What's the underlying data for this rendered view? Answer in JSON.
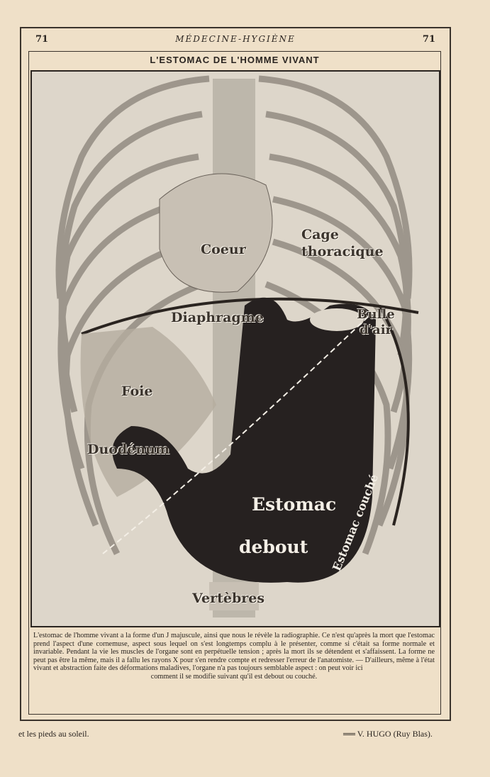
{
  "header": {
    "page_left": "71",
    "running_title": "MÉDECINE-HYGIÈNE",
    "page_right": "71"
  },
  "article": {
    "title": "L'ESTOMAC DE L'HOMME VIVANT"
  },
  "illustration": {
    "labels": {
      "coeur": "Coeur",
      "cage": "Cage thoracique",
      "diaphragme": "Diaphragme",
      "bulle": "Bulle d'air",
      "foie": "Foie",
      "duodenum": "Duodénum",
      "estomac_debout_1": "Estomac",
      "estomac_debout_2": "debout",
      "estomac_couche": "Estomac couché",
      "vertebres": "Vertèbres"
    }
  },
  "caption": {
    "text": "L'estomac de l'homme vivant a la forme d'un J majuscule, ainsi que nous le révèle la radiographie. Ce n'est qu'après la mort que l'estomac prend l'aspect d'une cornemuse, aspect sous lequel on s'est longtemps complu à le présenter, comme si c'était sa forme normale et invariable. Pendant la vie les muscles de l'organe sont en perpétuelle tension ; après la mort ils se détendent et s'affaissent. La forme ne peut pas être la même, mais il a fallu les rayons X pour s'en rendre compte et redresser l'erreur de l'anatomiste. — D'ailleurs, même à l'état vivant et abstraction faite des déformations maladives, l'organe n'a pas toujours semblable aspect : on peut voir ici",
    "last_line": "comment il se modifie suivant qu'il est debout ou couché."
  },
  "footer": {
    "left": "et les pieds au soleil.",
    "right": "══ V. HUGO (Ruy Blas)."
  }
}
